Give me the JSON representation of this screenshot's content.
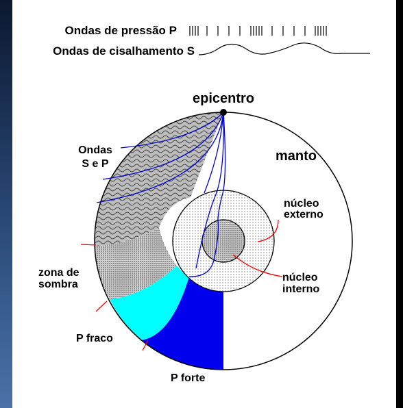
{
  "legend": {
    "p_waves": "Ondas de pressão P",
    "s_waves": "Ondas de cisalhamento S"
  },
  "labels": {
    "epicenter": "epicentro",
    "mantle": "manto",
    "waves_line1": "Ondas",
    "waves_line2": "S e P",
    "outer_core_line1": "núcleo",
    "outer_core_line2": "externo",
    "inner_core_line1": "núcleo",
    "inner_core_line2": "interno",
    "shadow_line1": "zona de",
    "shadow_line2": "sombra",
    "p_weak": "P fraco",
    "p_strong": "P forte"
  },
  "colors": {
    "s_and_p_zone": "#a8a8a8",
    "shadow_zone": "#7a7a7a",
    "p_weak_zone": "#00ffff",
    "p_strong_zone": "#0000ee",
    "ray_paths": "#0000cc",
    "pointer_lines": "#ff0000",
    "background": "#000000"
  }
}
